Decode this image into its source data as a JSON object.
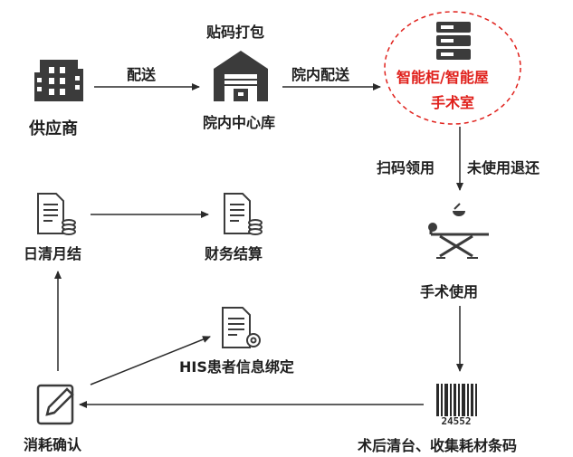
{
  "nodes": {
    "supplier": "供应商",
    "center_warehouse": "院内中心库",
    "center_warehouse_top": "贴码打包",
    "smart_cabinet": "智能柜/智能屋",
    "operating_room": "手术室",
    "surgery_use": "手术使用",
    "post_op": "术后清台、收集耗材条码",
    "consumption_confirm": "消耗确认",
    "daily_monthly": "日清月结",
    "finance": "财务结算",
    "his_binding": "HIS患者信息绑定"
  },
  "edges": {
    "supplier_to_center": "配送",
    "center_to_cabinet": "院内配送",
    "scan_pickup": "扫码领用",
    "unused_return": "未使用退还"
  },
  "barcode_number": "24552",
  "colors": {
    "accent_red": "#e0211c",
    "icon_dark": "#3b3b3b",
    "arrow": "#2a2a2a"
  }
}
